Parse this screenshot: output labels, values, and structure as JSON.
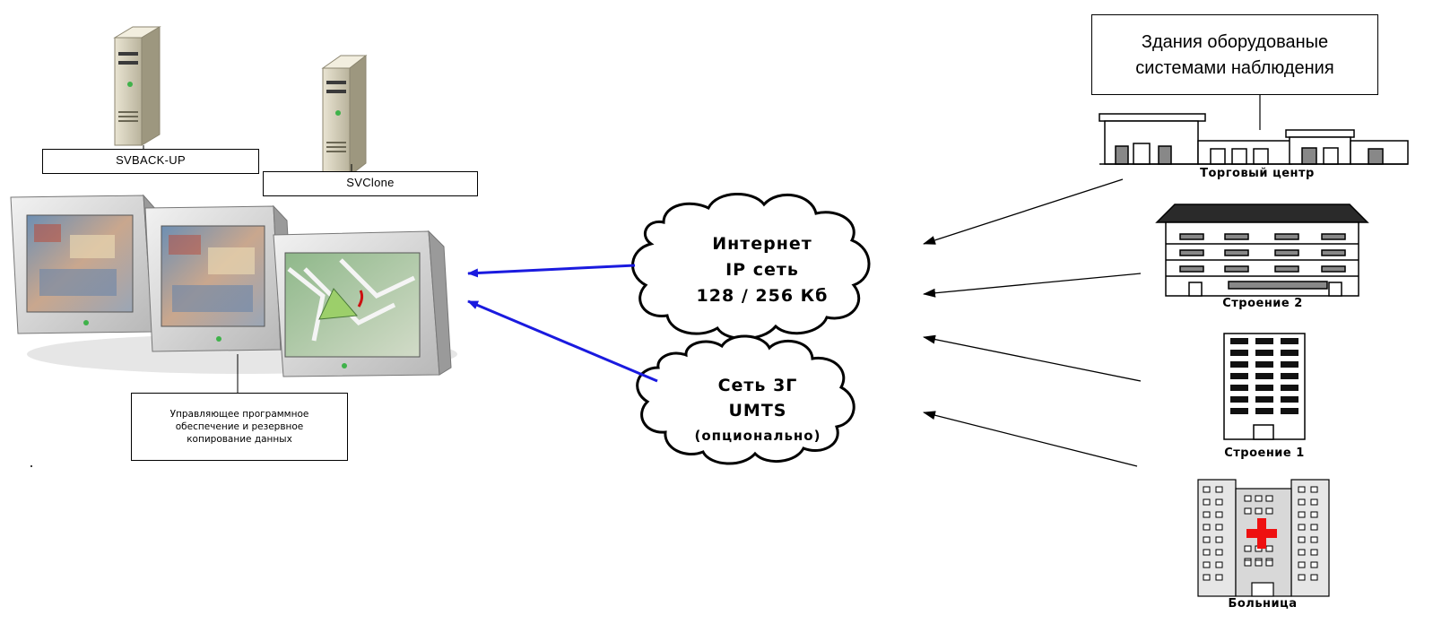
{
  "servers": [
    {
      "label": "SVBACK-UP"
    },
    {
      "label": "SVClone"
    }
  ],
  "workstation": {
    "caption": [
      "Управляющее программное",
      "обеспечение и резервное",
      "копирование данных"
    ]
  },
  "clouds": [
    {
      "lines": [
        "Интернет",
        "IP сеть",
        "128 / 256 Кб"
      ]
    },
    {
      "lines": [
        "Сеть 3Г",
        "UMTS",
        "(опционально)"
      ]
    }
  ],
  "callout": {
    "lines": [
      "Здания оборудованые",
      "системами наблюдения"
    ]
  },
  "buildings": [
    {
      "label": "Торговый центр",
      "icon": "mall-icon"
    },
    {
      "label": "Строение 2",
      "icon": "office-building-icon"
    },
    {
      "label": "Строение 1",
      "icon": "tower-building-icon"
    },
    {
      "label": "Больница",
      "icon": "hospital-icon"
    }
  ],
  "colors": {
    "uplink_arrow": "#1a1adf",
    "building_arrow": "#000000",
    "hospital_cross": "#ee1111"
  }
}
